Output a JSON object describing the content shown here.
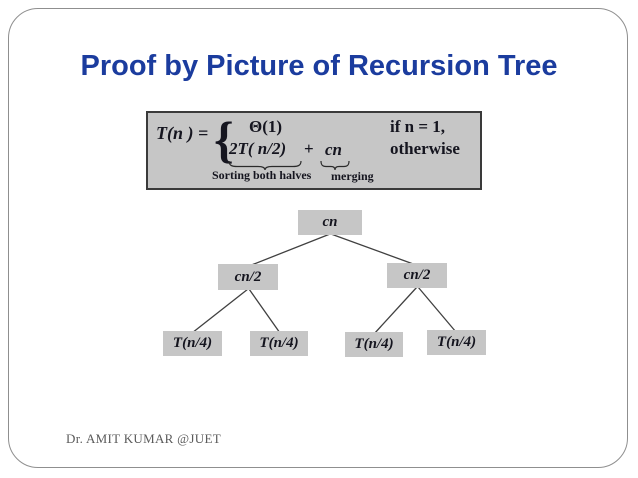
{
  "slide": {
    "title": "Proof by Picture of Recursion Tree",
    "footer": "Dr. AMIT KUMAR @JUET",
    "colors": {
      "title_blue": "#1b3c9e",
      "box_gray": "#c6c6c6",
      "formula_border": "#3a3a3a",
      "edge_line": "#404040",
      "slide_border": "#8f8f8f",
      "footer_gray": "#5a5a5a"
    }
  },
  "formula": {
    "lhs": "T(n ) =",
    "brace": "{",
    "case1": {
      "expr": "Θ(1)",
      "condition": "if n = 1,"
    },
    "case2": {
      "term1": "2T( n/2)",
      "plus": "+",
      "term2": "cn",
      "condition": "otherwise"
    },
    "annotations": {
      "term1_label": "Sorting both halves",
      "term2_label": "merging"
    }
  },
  "tree": {
    "root": "cn",
    "level1": [
      "cn/2",
      "cn/2"
    ],
    "level2": [
      "T(n/4)",
      "T(n/4)",
      "T(n/4)",
      "T(n/4)"
    ]
  }
}
